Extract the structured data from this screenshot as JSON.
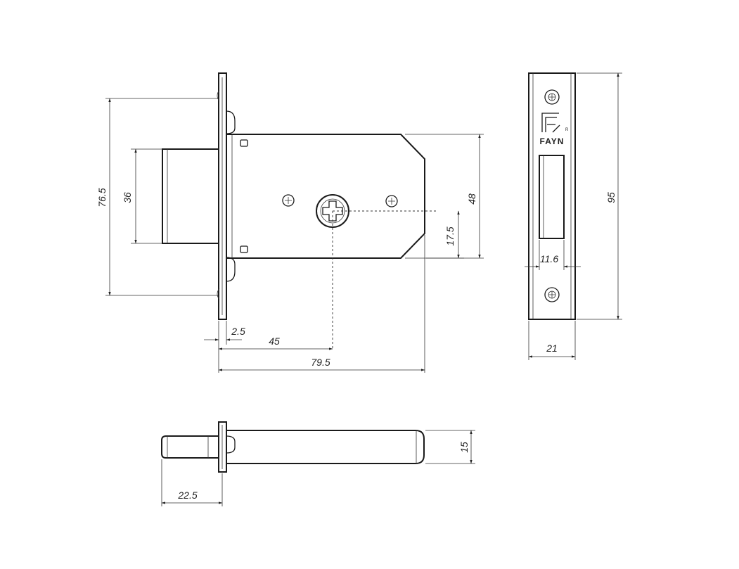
{
  "dimensions": {
    "d765": "76.5",
    "d36": "36",
    "d48": "48",
    "d175": "17.5",
    "d25": "2.5",
    "d45": "45",
    "d795": "79.5",
    "d95": "95",
    "d116": "11.6",
    "d21": "21",
    "d15": "15",
    "d225": "22.5"
  },
  "logo": {
    "brand": "FAYN",
    "mark": "R"
  },
  "colors": {
    "line": "#1a1a1a",
    "background": "#ffffff"
  }
}
